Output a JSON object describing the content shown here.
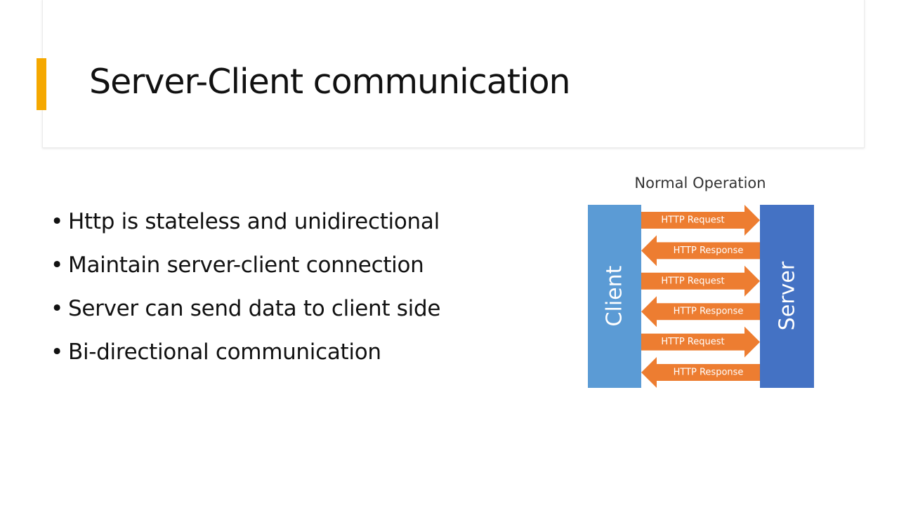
{
  "slide": {
    "title": "Server-Client communication",
    "accent_color": "#F5A800",
    "bullets": [
      "Http is stateless and unidirectional",
      "Maintain server-client connection",
      "Server can send data to client side",
      "Bi-directional communication"
    ]
  },
  "diagram": {
    "title": "Normal Operation",
    "client_label": "Client",
    "server_label": "Server",
    "colors": {
      "client": "#5B9BD5",
      "server": "#4472C4",
      "arrow": "#ED7D31",
      "arrow_text": "#FFFFFF"
    },
    "messages": [
      {
        "label": "HTTP Request",
        "direction": "client-to-server"
      },
      {
        "label": "HTTP Response",
        "direction": "server-to-client"
      },
      {
        "label": "HTTP Request",
        "direction": "client-to-server"
      },
      {
        "label": "HTTP Response",
        "direction": "server-to-client"
      },
      {
        "label": "HTTP Request",
        "direction": "client-to-server"
      },
      {
        "label": "HTTP Response",
        "direction": "server-to-client"
      }
    ]
  }
}
